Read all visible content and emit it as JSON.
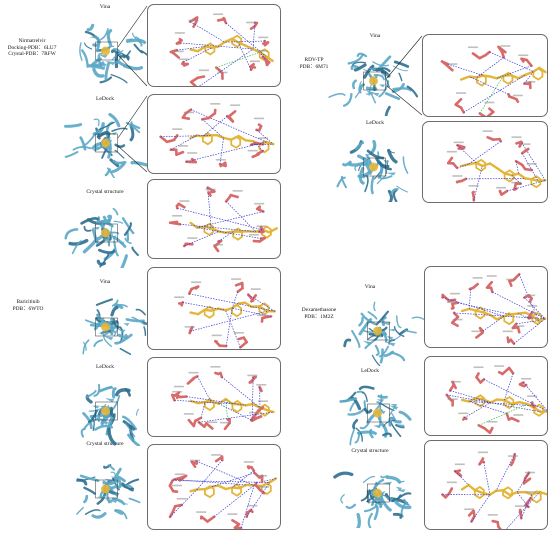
{
  "colors": {
    "protein": "#5aa7c7",
    "protein_dark": "#2f6f8f",
    "ligand": "#e3b63a",
    "residue": "#d96a6a",
    "hbond": "#3a3ad6",
    "halogen": "#2fbf3a",
    "panel_border": "#6d6d6d"
  },
  "sections": [
    {
      "id": "nirmatrelvir",
      "drug": "Nirmatrelvir",
      "lines": [
        "Docking-PDB：6LU7",
        "Crystal-PDB：7RFW"
      ],
      "rows": [
        {
          "label": "Vina"
        },
        {
          "label": "LeDock"
        },
        {
          "label": "Crystal structure"
        }
      ]
    },
    {
      "id": "rdv-tp",
      "drug": "RDV-TP",
      "lines": [
        "PDB：6M71"
      ],
      "rows": [
        {
          "label": "Vina"
        },
        {
          "label": "LeDock"
        }
      ]
    },
    {
      "id": "baricitinib",
      "drug": "Baricitinib",
      "lines": [
        "PDB：6WTO"
      ],
      "rows": [
        {
          "label": "Vina"
        },
        {
          "label": "LeDock"
        },
        {
          "label": "Crystal structure"
        }
      ]
    },
    {
      "id": "dexamethasone",
      "drug": "Dexamethasone",
      "lines": [
        "PDB：1M2Z"
      ],
      "rows": [
        {
          "label": "Vina"
        },
        {
          "label": "LeDock"
        },
        {
          "label": "Crystal structure"
        }
      ]
    }
  ]
}
